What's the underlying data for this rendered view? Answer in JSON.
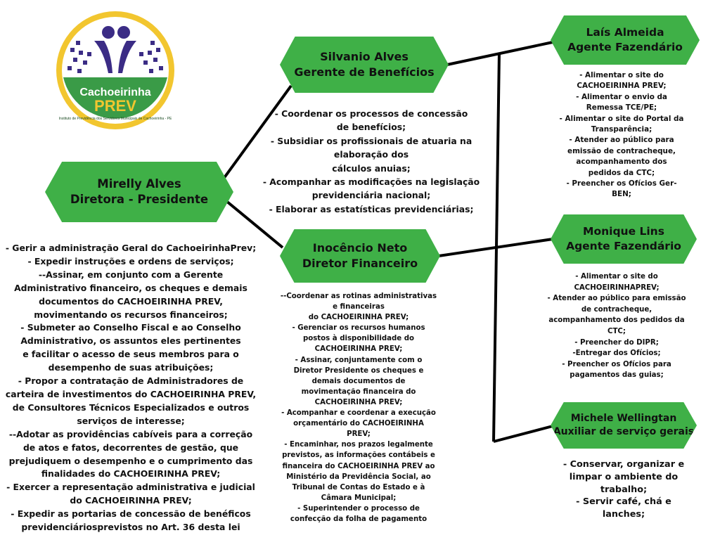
{
  "logo": {
    "name": "CachoeirinhaPREV",
    "line1": "Cachoeirinha",
    "line2": "PREV",
    "caption": "Instituto de Previdência dos Servidores Municipais de Cachoeirinha - PE",
    "colors": {
      "ring": "#f2c62f",
      "green": "#3a9b47",
      "purple": "#3b2c85",
      "inner": "#ffffff"
    }
  },
  "colors": {
    "box": "#3fb047",
    "line": "#000000"
  },
  "nodes": {
    "president": {
      "name": "Mirelly Alves",
      "role": "Diretora - Presidente",
      "duties": "- Gerir a administração Geral do CachoeirinhaPrev;\n-  Expedir instruções e ordens de serviços;\n--Assinar, em conjunto com a Gerente\nAdministrativo financeiro,  os cheques e demais\ndocumentos do CACHOEIRINHA PREV,\nmovimentando os recursos financeiros;\n- Submeter ao Conselho Fiscal e ao Conselho\nAdministrativo, os assuntos eles pertinentes\n e facilitar o acesso de seus membros para o\ndesempenho de suas atribuições;\n- Propor a contratação de Administradores de\ncarteira de investimentos do CACHOEIRINHA PREV,\n de Consultores Técnicos Especializados e outros\nserviços de interesse;\n--Adotar as providências cabíveis para a correção\nde atos e fatos, decorrentes de gestão, que\nprejudiquem  o desempenho e o cumprimento das\nfinalidades do CACHOEIRINHA PREV;\n- Exercer a representação administrativa e judicial\ndo CACHOEIRINHA PREV;\n- Expedir as portarias de concessão de benéficos\nprevidenciáriosprevistos no Art. 36 desta lei"
    },
    "benefits_manager": {
      "name": "Silvanio Alves",
      "role": "Gerente de Benefícios",
      "duties": "- Coordenar os processos de concessão\nde benefícios;\n- Subsidiar os profissionais de atuaria na\nelaboração dos\ncálculos anuias;\n- Acompanhar as modificações na legislação\nprevidenciária nacional;\n- Elaborar as estatísticas previdenciárias;"
    },
    "financial_director": {
      "name": "Inocêncio Neto",
      "role": "Diretor Financeiro",
      "duties": "--Coordenar as rotinas administrativas\ne financeiras\ndo CACHOEIRINHA PREV;\n- Gerenciar os recursos humanos\npostos à disponibilidade do\nCACHOEIRINHA PREV;\n- Assinar, conjuntamente com o\nDiretor Presidente os cheques e\ndemais documentos de\nmovimentação financeira do\nCACHOEIRINHA PREV;\n- Acompanhar e coordenar a execução\norçamentário do CACHOEIRINHA\nPREV;\n- Encaminhar, nos prazos legalmente\nprevistos, as informações contábeis e\nfinanceira do CACHOEIRINHA PREV ao\nMinistério da Previdência Social, ao\nTribunal de Contas do Estado e à\nCâmara Municipal;\n- Superintender o processo de\nconfecção da folha de pagamento"
    },
    "agent_lais": {
      "name": "Laís Almeida",
      "role": "Agente Fazendário",
      "duties": "- Alimentar o site do\nCACHOEIRINHA PREV;\n- Alimentar o envio da\nRemessa TCE/PE;\n- Alimentar o site do Portal da\nTransparência;\n- Atender ao público para\nemissão de contracheque,\nacompanhamento dos\npedidos da CTC;\n- Preencher os Ofícios Ger-\nBEN;"
    },
    "agent_monique": {
      "name": "Monique Lins",
      "role": "Agente Fazendário",
      "duties": "- Alimentar o site do\nCACHOEIRINHAPREV;\n- Atender ao público para emissão\nde contracheque,\nacompanhamento dos pedidos da\nCTC;\n- Preencher do DIPR;\n-Entregar dos Ofícios;\n- Preencher os Ofícios para\npagamentos das guias;"
    },
    "assistant_michele": {
      "name": "Michele Wellingtan",
      "role": "Auxiliar de serviço gerais",
      "duties": "- Conservar, organizar e\nlimpar o ambiente do\ntrabalho;\n- Servir café,  chá e\nlanches;"
    }
  }
}
